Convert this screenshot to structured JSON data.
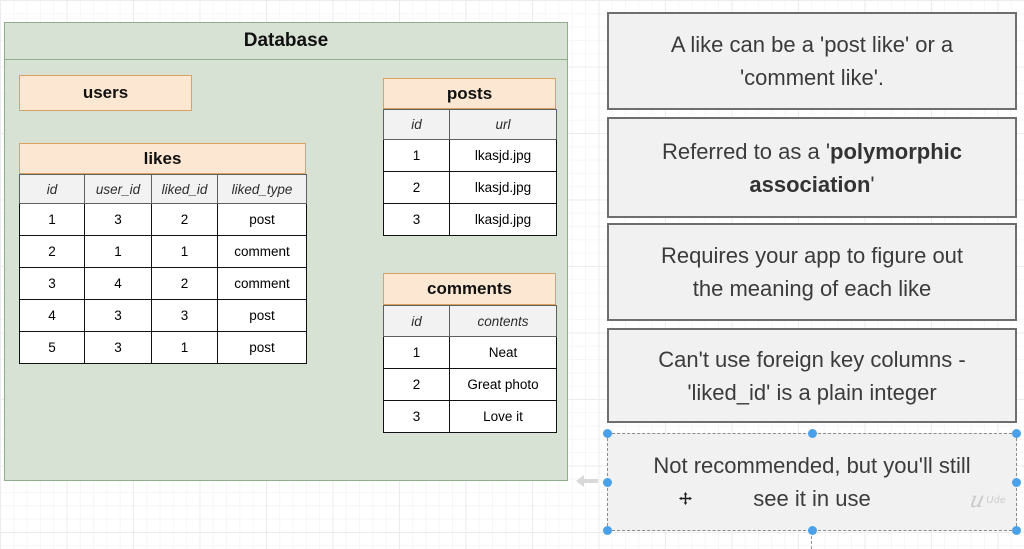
{
  "diagram": {
    "database": {
      "title": "Database",
      "users": {
        "title": "users"
      },
      "likes": {
        "title": "likes",
        "columns": [
          "id",
          "user_id",
          "liked_id",
          "liked_type"
        ],
        "rows": [
          [
            "1",
            "3",
            "2",
            "post"
          ],
          [
            "2",
            "1",
            "1",
            "comment"
          ],
          [
            "3",
            "4",
            "2",
            "comment"
          ],
          [
            "4",
            "3",
            "3",
            "post"
          ],
          [
            "5",
            "3",
            "1",
            "post"
          ]
        ]
      },
      "posts": {
        "title": "posts",
        "columns": [
          "id",
          "url"
        ],
        "rows": [
          [
            "1",
            "lkasjd.jpg"
          ],
          [
            "2",
            "lkasjd.jpg"
          ],
          [
            "3",
            "lkasjd.jpg"
          ]
        ]
      },
      "comments": {
        "title": "comments",
        "columns": [
          "id",
          "contents"
        ],
        "rows": [
          [
            "1",
            "Neat"
          ],
          [
            "2",
            "Great photo"
          ],
          [
            "3",
            "Love it"
          ]
        ]
      }
    },
    "notes": {
      "note1": {
        "line1": "A like can be a 'post like' or a",
        "line2": "'comment like'."
      },
      "note2": {
        "line1_pre": "Referred to as a '",
        "line1_bold": "polymorphic",
        "line2_bold": "association",
        "line2_post": "'"
      },
      "note3": {
        "line1": "Requires your app to figure out",
        "line2": "the meaning of each like"
      },
      "note4": {
        "line1": "Can't use foreign key columns -",
        "line2": "'liked_id' is a plain integer"
      },
      "note5": {
        "line1": "Not recommended, but you'll still",
        "line2": "see it in use"
      }
    },
    "watermark": {
      "glyph": "u",
      "text": "Ude"
    },
    "colors": {
      "container_fill": "#d7e2d4",
      "container_border": "#8fae8c",
      "table_title_fill": "#fce8d2",
      "table_title_border": "#d9a25f",
      "column_header_fill": "#f2f2f2",
      "note_fill": "#f1f1f1",
      "note_border": "#6e6e6e",
      "selection_handle": "#4ba1e9"
    }
  }
}
